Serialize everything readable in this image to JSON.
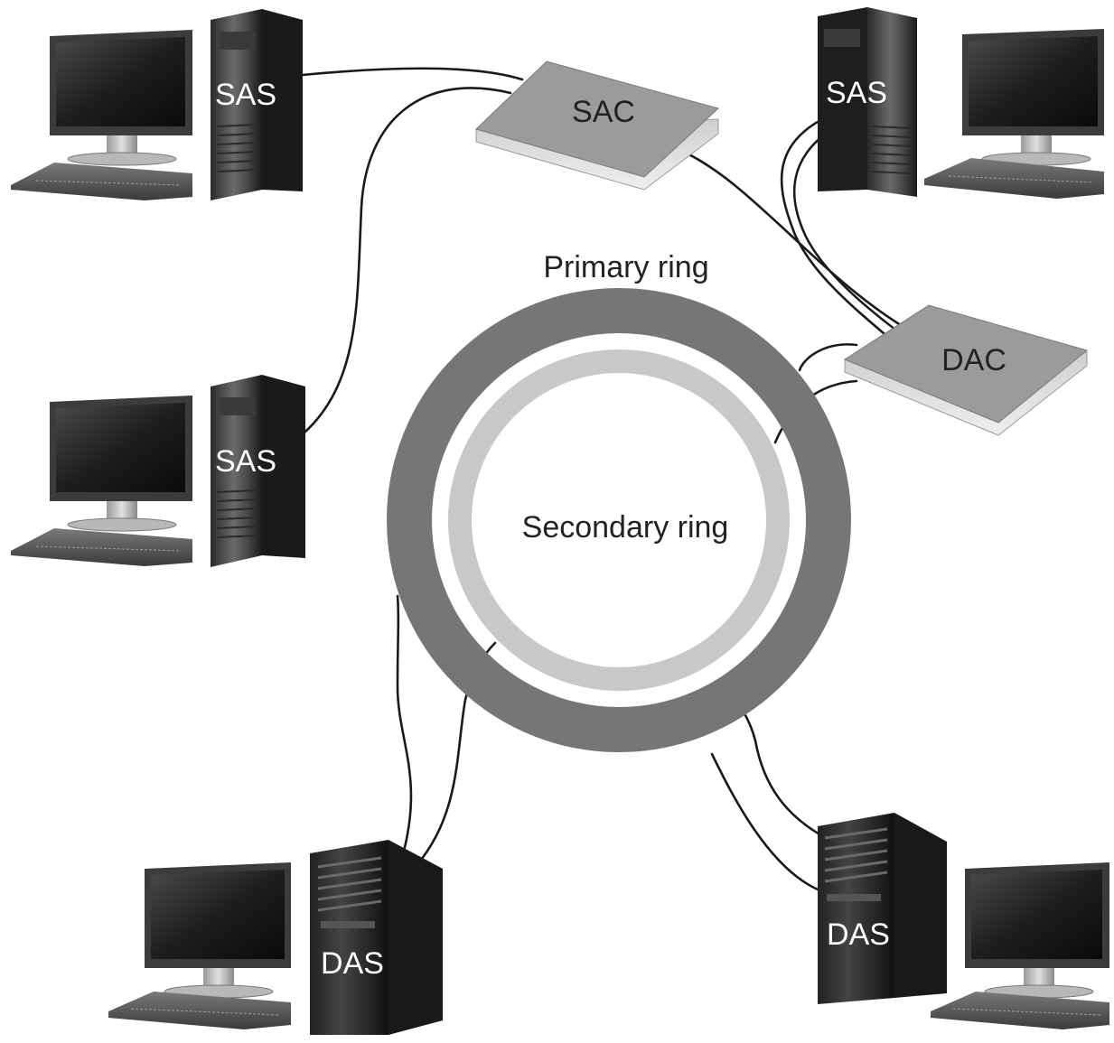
{
  "diagram": {
    "rings": {
      "primary_label": "Primary ring",
      "secondary_label": "Secondary ring",
      "primary_color": "#767676",
      "secondary_color": "#c8c8c8"
    },
    "concentrators": [
      {
        "id": "sac",
        "label": "SAC"
      },
      {
        "id": "dac",
        "label": "DAC"
      }
    ],
    "stations": [
      {
        "id": "sas-top-left",
        "label": "SAS"
      },
      {
        "id": "sas-mid-left",
        "label": "SAS"
      },
      {
        "id": "sas-top-right",
        "label": "SAS"
      },
      {
        "id": "das-bottom-left",
        "label": "DAS"
      },
      {
        "id": "das-bottom-right",
        "label": "DAS"
      }
    ]
  }
}
